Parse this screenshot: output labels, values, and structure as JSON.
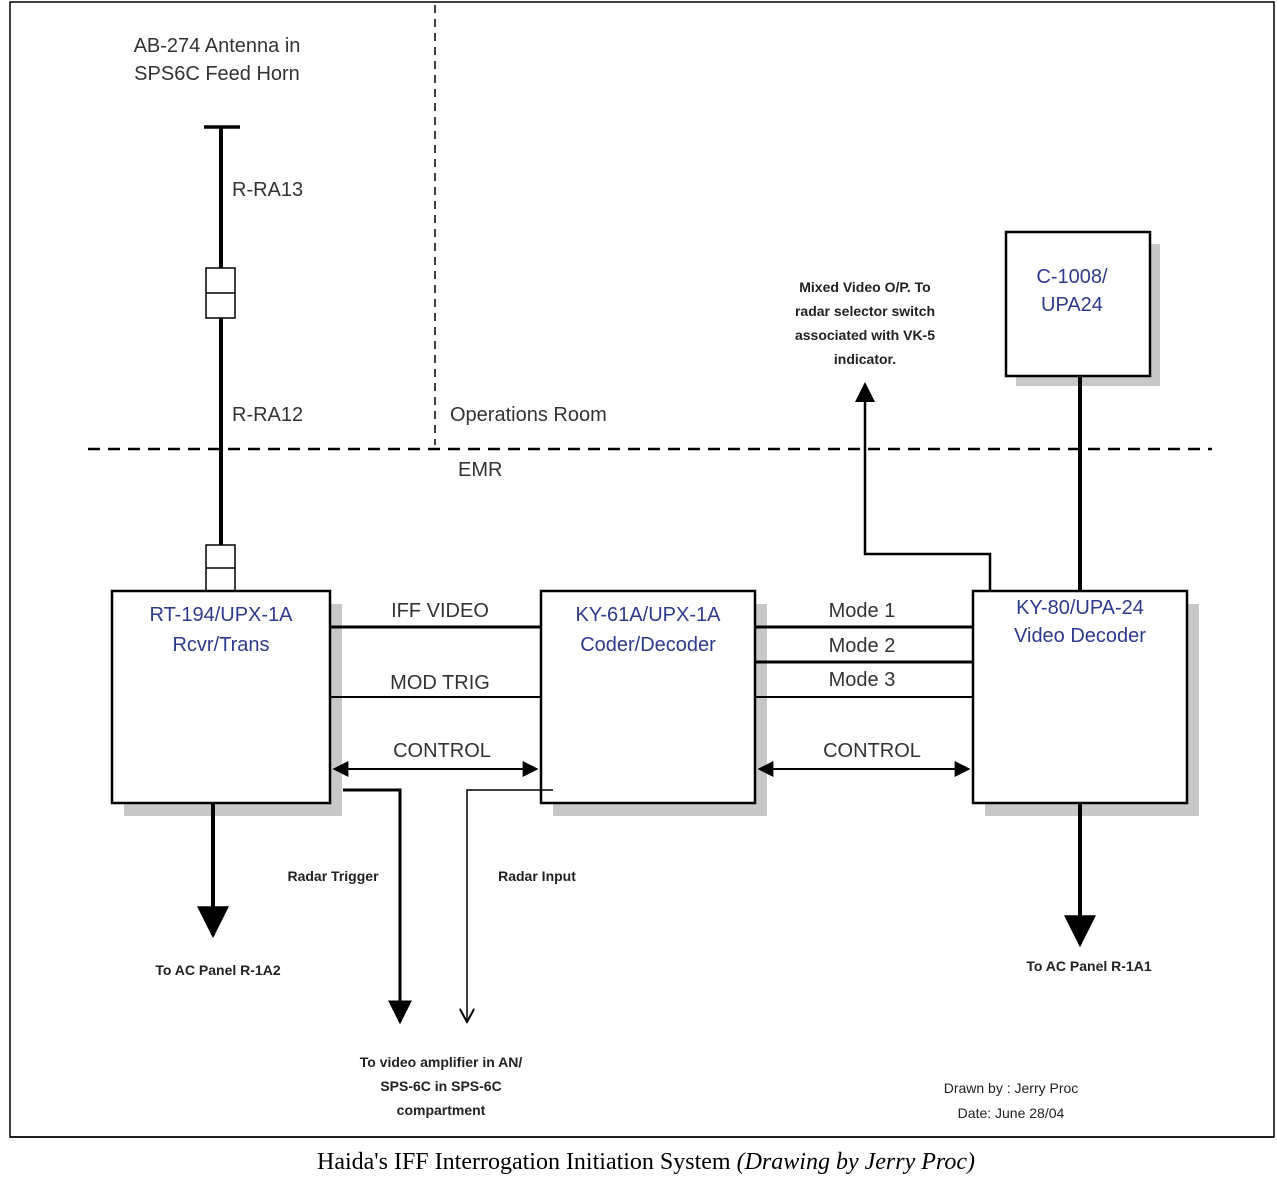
{
  "antenna": {
    "line1": "AB-274 Antenna in",
    "line2": "SPS6C Feed Horn"
  },
  "cables": {
    "upper": "R-RA13",
    "lower": "R-RA12"
  },
  "zones": {
    "operations": "Operations Room",
    "emr": "EMR"
  },
  "boxes": {
    "rt": {
      "line1": "RT-194/UPX-1A",
      "line2": "Rcvr/Trans"
    },
    "ky61": {
      "line1": "KY-61A/UPX-1A",
      "line2": "Coder/Decoder"
    },
    "ky80": {
      "line1": "KY-80/UPA-24",
      "line2": "Video Decoder"
    },
    "c1008": {
      "line1": "C-1008/",
      "line2": "UPA24"
    }
  },
  "links": {
    "iff_video": "IFF VIDEO",
    "mod_trig": "MOD TRIG",
    "control_left": "CONTROL",
    "mode1": "Mode 1",
    "mode2": "Mode 2",
    "mode3": "Mode 3",
    "control_right": "CONTROL"
  },
  "mixed_video": {
    "line1": "Mixed Video O/P. To",
    "line2": "radar selector switch",
    "line3": "associated with VK-5",
    "line4": "indicator."
  },
  "outputs": {
    "radar_trigger": "Radar Trigger",
    "radar_input": "Radar Input",
    "ac_panel_left": "To AC Panel R-1A2",
    "ac_panel_right": "To AC Panel R-1A1",
    "video_amp_line1": "To video amplifier in AN/",
    "video_amp_line2": "SPS-6C in SPS-6C",
    "video_amp_line3": "compartment"
  },
  "credits": {
    "drawn_by": "Drawn by : Jerry Proc",
    "date": "Date: June 28/04"
  },
  "caption": {
    "main": "Haida's IFF Interrogation Initiation System ",
    "italic": "(Drawing by Jerry Proc)"
  }
}
